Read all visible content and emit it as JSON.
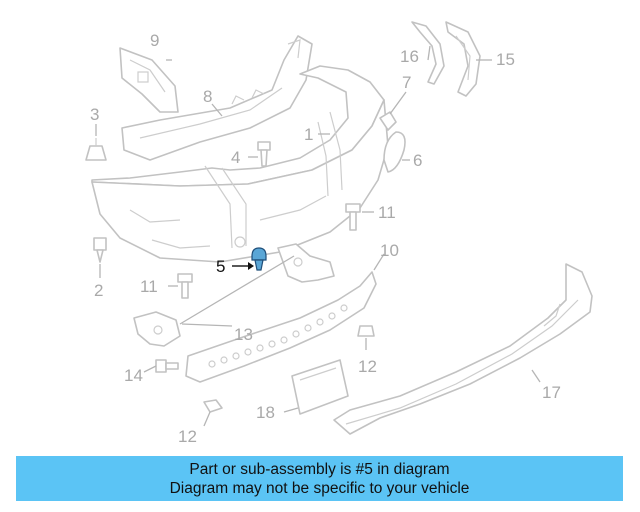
{
  "callouts": {
    "c1": "1",
    "c2": "2",
    "c3": "3",
    "c4": "4",
    "c5": "5",
    "c6": "6",
    "c7": "7",
    "c8": "8",
    "c9": "9",
    "c10": "10",
    "c11a": "11",
    "c11b": "11",
    "c12a": "12",
    "c12b": "12",
    "c13": "13",
    "c14": "14",
    "c15": "15",
    "c16": "16",
    "c17": "17",
    "c18": "18"
  },
  "highlighted_part": "5",
  "highlight_color": "#5aa6d6",
  "banner": {
    "line1": "Part or sub-assembly is #5 in diagram",
    "line2": "Diagram may not be specific to your vehicle",
    "background": "#5bc4f5"
  }
}
